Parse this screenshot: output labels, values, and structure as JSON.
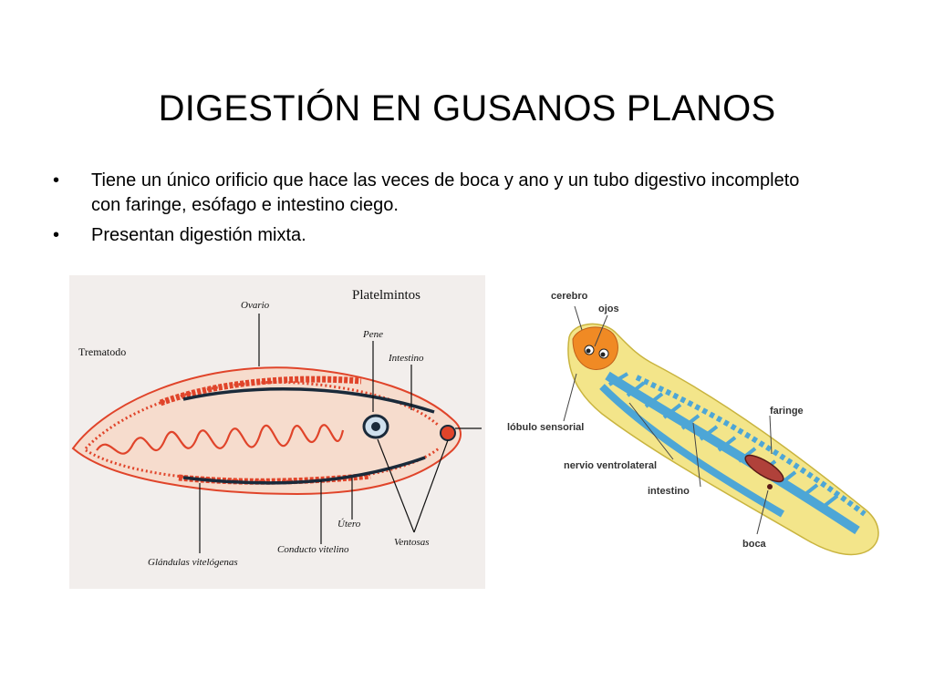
{
  "title": "DIGESTIÓN EN GUSANOS PLANOS",
  "bullets": [
    {
      "marker": "•",
      "text": "Tiene un único orificio que hace las veces de boca y ano y un tubo digestivo incompleto con faringe, esófago e intestino ciego."
    },
    {
      "marker": "•",
      "text": "Presentan digestión mixta."
    }
  ],
  "figure_left": {
    "header": "Platelmintos",
    "labels": {
      "trematodo": "Trematodo",
      "ovario": "Ovario",
      "pene": "Pene",
      "intestino": "Intestino",
      "utero": "Útero",
      "conducto": "Conducto vitelino",
      "ventosas": "Ventosas",
      "glandulas": "Glándulas vitelógenas"
    }
  },
  "figure_right": {
    "labels": {
      "cerebro": "cerebro",
      "ojos": "ojos",
      "lobulo": "lóbulo sensorial",
      "nervio": "nervio ventrolateral",
      "intestino": "intestino",
      "faringe": "faringe",
      "boca": "boca"
    }
  },
  "colors": {
    "trematode_body": "#f6dccd",
    "trematode_red": "#e0442a",
    "trematode_dark": "#1a2a3a",
    "planarian_body": "#f3e58a",
    "planarian_gut": "#4da6d6",
    "planarian_head": "#f08a24",
    "planarian_pharynx": "#b0413a"
  }
}
